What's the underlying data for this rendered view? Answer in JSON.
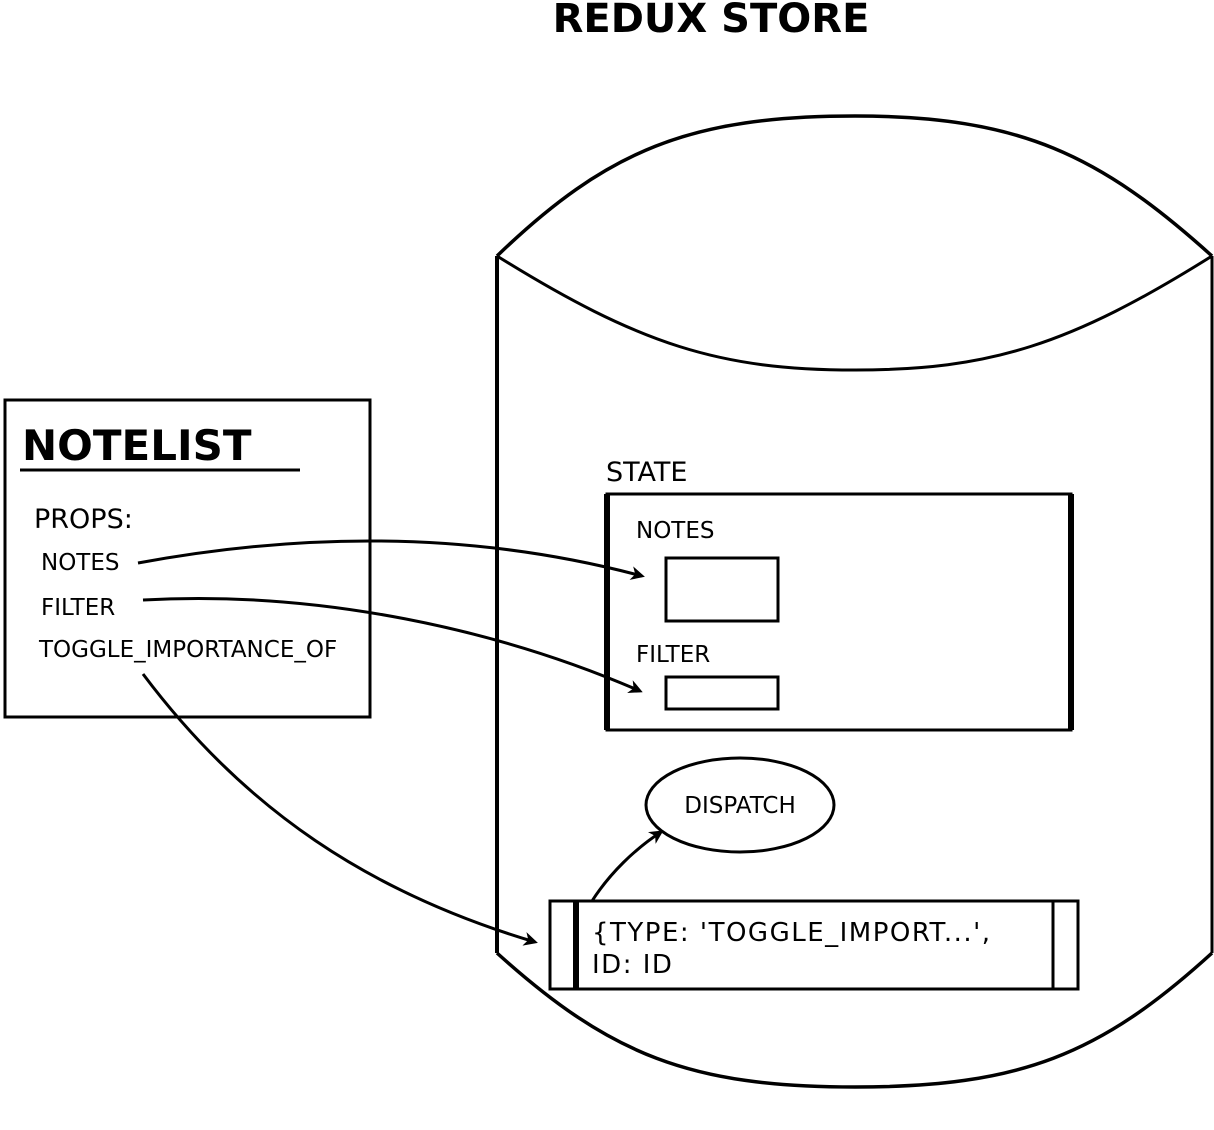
{
  "title": "REDUX STORE",
  "notelist": {
    "title": "NOTELIST",
    "props_label": "PROPS:",
    "props": [
      "NOTES",
      "FILTER",
      "TOGGLE_IMPORTANCE_OF"
    ]
  },
  "state": {
    "label": "STATE",
    "fields": [
      "NOTES",
      "FILTER"
    ]
  },
  "dispatch_label": "DISPATCH",
  "action": {
    "line1": "{TYPE: 'TOGGLE_IMPORT...',",
    "line2": "ID: ID"
  }
}
